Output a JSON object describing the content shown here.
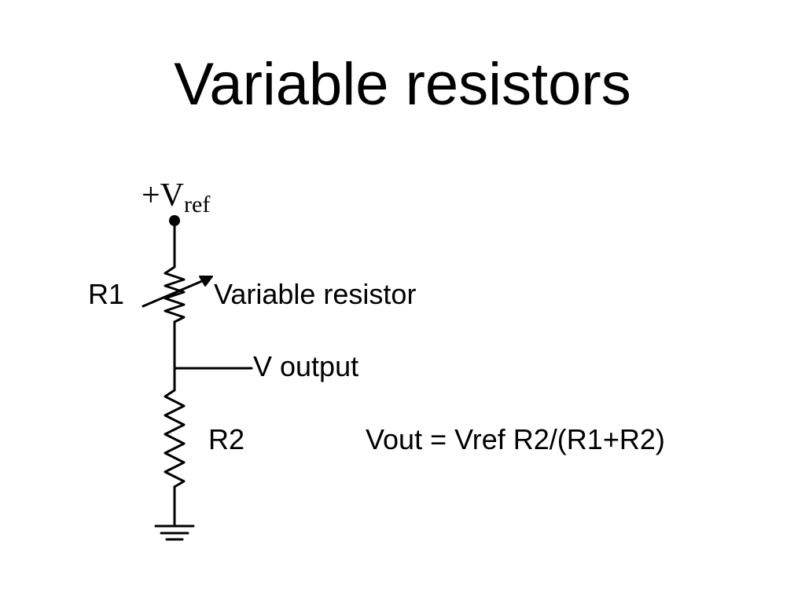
{
  "slide": {
    "title": "Variable resistors"
  },
  "diagram": {
    "supply": {
      "prefix": "+V",
      "subscript": "ref"
    },
    "labels": {
      "r1": "R1",
      "r1_description": "Variable resistor",
      "output": "V output",
      "r2": "R2",
      "formula": "Vout = Vref R2/(R1+R2)"
    }
  }
}
